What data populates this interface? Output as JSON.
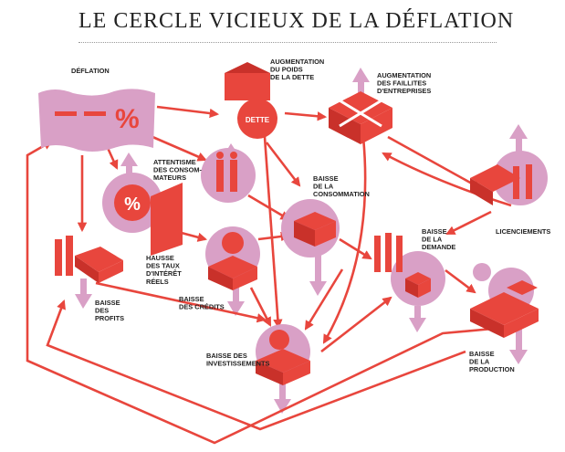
{
  "title": "LE CERCLE VICIEUX DE LA DÉFLATION",
  "colors": {
    "accent": "#e8463d",
    "secondary": "#d9a0c6",
    "text": "#222222"
  },
  "nodes": {
    "deflation": {
      "label": [
        "DÉFLATION"
      ],
      "sign": "- -%"
    },
    "dette": {
      "label": [
        "AUGMENTATION",
        "DU POIDS",
        "DE LA DETTE"
      ],
      "badge": "DETTE"
    },
    "faillites": {
      "label": [
        "AUGMENTATION",
        "DES FAILLITES",
        "D'ENTREPRISES"
      ]
    },
    "attentisme": {
      "label": [
        "ATTENTISME",
        "DES CONSOM-",
        "MATEURS"
      ]
    },
    "consommation": {
      "label": [
        "BAISSE",
        "DE LA",
        "CONSOMMATION"
      ]
    },
    "taux": {
      "label": [
        "HAUSSE",
        "DES TAUX",
        "D'INTÉRÊT",
        "RÉELS"
      ],
      "sign": "%"
    },
    "profits": {
      "label": [
        "BAISSE",
        "DES",
        "PROFITS"
      ]
    },
    "credits": {
      "label": [
        "BAISSE",
        "DES CRÉDITS"
      ]
    },
    "demande": {
      "label": [
        "BAISSE",
        "DE LA",
        "DEMANDE"
      ]
    },
    "licenciements": {
      "label": [
        "LICENCIEMENTS"
      ]
    },
    "investissements": {
      "label": [
        "BAISSE DES",
        "INVESTISSEMENTS"
      ]
    },
    "production": {
      "label": [
        "BAISSE",
        "DE LA",
        "PRODUCTION"
      ]
    }
  }
}
